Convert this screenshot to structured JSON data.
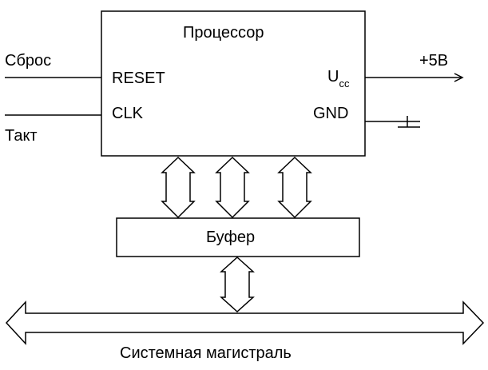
{
  "processor": {
    "title": "Процессор",
    "pin_reset": "RESET",
    "pin_clk": "CLK",
    "pin_ucc_main": "U",
    "pin_ucc_sub": "cc",
    "pin_gnd": "GND"
  },
  "inputs": {
    "reset": "Сброс",
    "clock": "Такт"
  },
  "power": {
    "label": "+5В"
  },
  "buffer": {
    "label": "Буфер"
  },
  "bus": {
    "label": "Системная магистраль"
  },
  "colors": {
    "line": "#000000",
    "background": "#ffffff"
  }
}
